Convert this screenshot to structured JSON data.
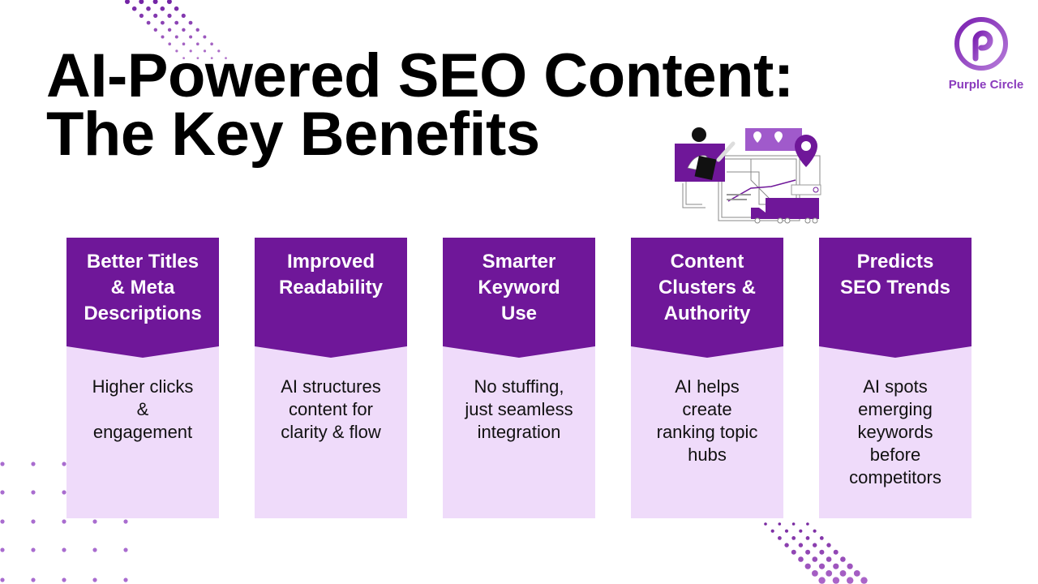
{
  "title": {
    "lines": [
      "AI-Powered SEO Content:",
      "The Key Benefits"
    ]
  },
  "logo": {
    "name": "Purple Circle",
    "letter": "P",
    "icon": "p-circle-logo-icon"
  },
  "illustration": {
    "icon": "person-map-delivery-truck-illustration"
  },
  "colors": {
    "header_purple": "#6f1799",
    "card_light": "#efdbfa",
    "dot_purple": "#a96ccf",
    "logo_purple": "#8a3bbd"
  },
  "cards": [
    {
      "title_lines": [
        "Better Titles",
        "& Meta",
        "Descriptions"
      ],
      "body_lines": [
        "Higher clicks",
        "&",
        "engagement"
      ]
    },
    {
      "title_lines": [
        "Improved",
        "Readability"
      ],
      "body_lines": [
        "AI structures",
        "content for",
        "clarity & flow"
      ]
    },
    {
      "title_lines": [
        "Smarter",
        "Keyword",
        "Use"
      ],
      "body_lines": [
        "No stuffing,",
        "just seamless",
        "integration"
      ]
    },
    {
      "title_lines": [
        "Content",
        "Clusters &",
        "Authority"
      ],
      "body_lines": [
        "AI helps",
        "create",
        "ranking topic",
        "hubs"
      ]
    },
    {
      "title_lines": [
        "Predicts",
        "SEO Trends"
      ],
      "body_lines": [
        "AI spots",
        "emerging",
        "keywords",
        "before",
        "competitors"
      ]
    }
  ]
}
